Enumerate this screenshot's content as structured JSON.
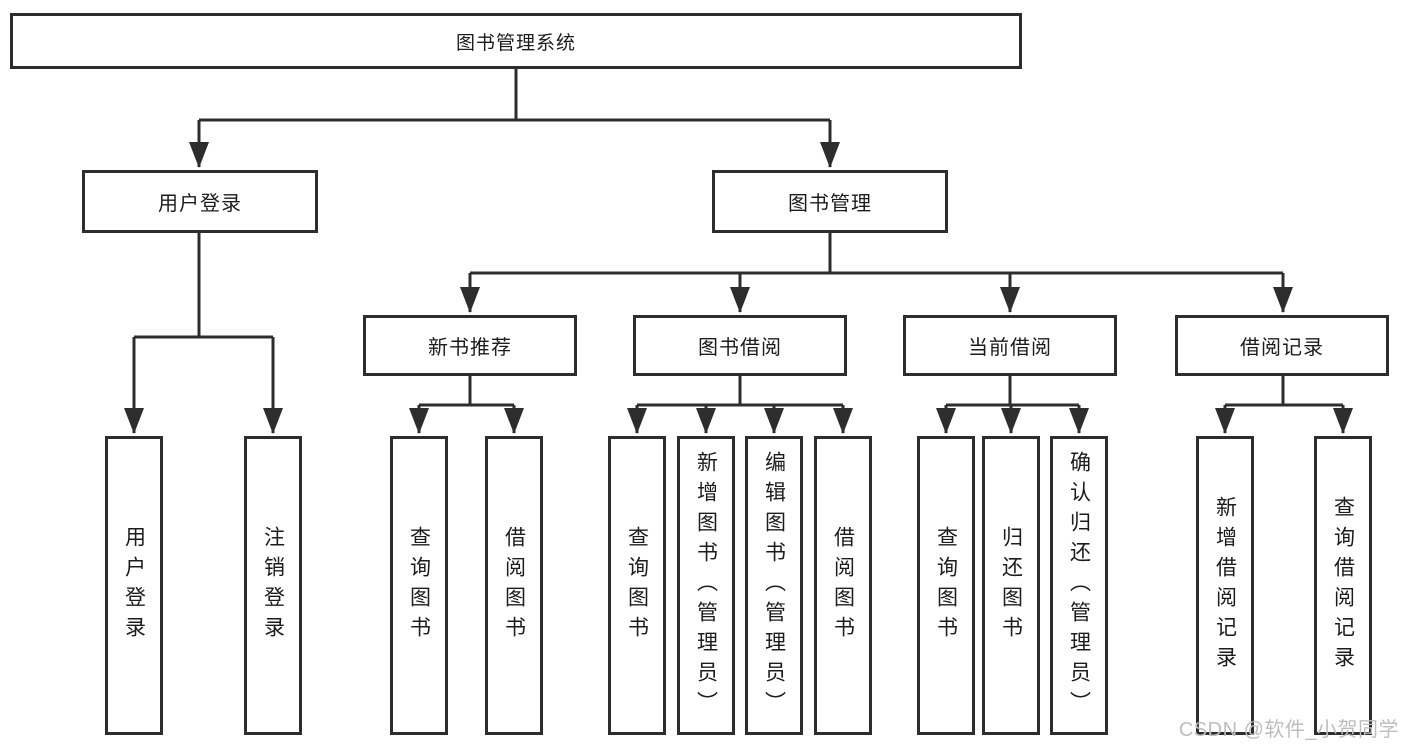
{
  "page": {
    "background": "#ffffff",
    "watermark": "CSDN @软件_小贺同学"
  },
  "colors": {
    "line": "#2d2d2d",
    "box_border": "#2d2d2d",
    "text": "#1c1c1c",
    "watermark": "#bdbdbd"
  },
  "diagram": {
    "type": "hierarchy-tree",
    "root": {
      "label": "图书管理系统"
    },
    "level2": [
      {
        "label": "用户登录"
      },
      {
        "label": "图书管理"
      }
    ],
    "level3": [
      {
        "label": "新书推荐",
        "parent": "图书管理"
      },
      {
        "label": "图书借阅",
        "parent": "图书管理"
      },
      {
        "label": "当前借阅",
        "parent": "图书管理"
      },
      {
        "label": "借阅记录",
        "parent": "图书管理"
      }
    ],
    "leaves": [
      {
        "label": "用户登录",
        "parent": "用户登录"
      },
      {
        "label": "注销登录",
        "parent": "用户登录"
      },
      {
        "label": "查询图书",
        "parent": "新书推荐"
      },
      {
        "label": "借阅图书",
        "parent": "新书推荐"
      },
      {
        "label": "查询图书",
        "parent": "图书借阅"
      },
      {
        "label": "新增图书（管理员）",
        "parent": "图书借阅"
      },
      {
        "label": "编辑图书（管理员）",
        "parent": "图书借阅"
      },
      {
        "label": "借阅图书",
        "parent": "图书借阅"
      },
      {
        "label": "查询图书",
        "parent": "当前借阅"
      },
      {
        "label": "归还图书",
        "parent": "当前借阅"
      },
      {
        "label": "确认归还（管理员）",
        "parent": "当前借阅"
      },
      {
        "label": "新增借阅记录",
        "parent": "借阅记录"
      },
      {
        "label": "查询借阅记录",
        "parent": "借阅记录"
      }
    ]
  }
}
